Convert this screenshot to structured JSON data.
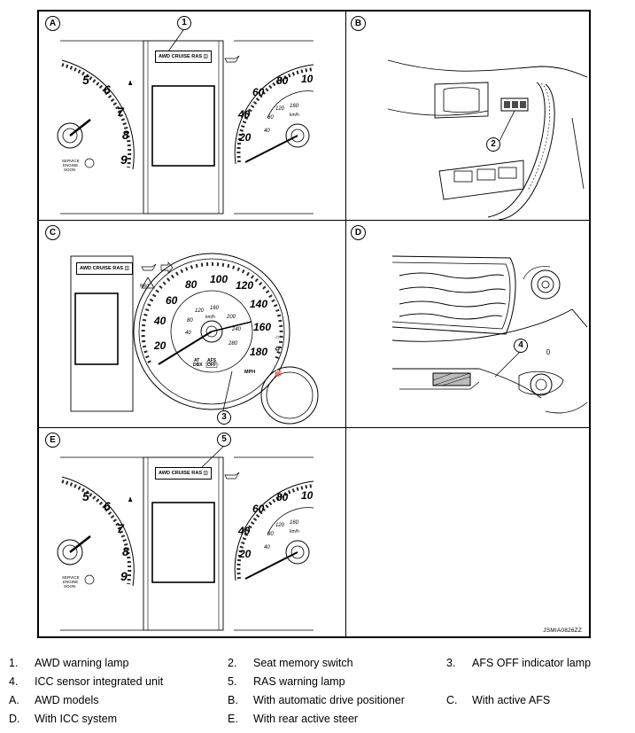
{
  "panels": {
    "A": "A",
    "B": "B",
    "C": "C",
    "D": "D",
    "E": "E"
  },
  "callouts": [
    "1",
    "2",
    "3",
    "4",
    "5"
  ],
  "lamp_strip_text": "AWD CRUISE RAS",
  "cluster_small": {
    "tacho_numbers": [
      "5",
      "6",
      "7",
      "8",
      "9"
    ],
    "speedo_numbers": [
      "20",
      "40",
      "60",
      "80",
      "10"
    ],
    "kmh_numbers": [
      "40",
      "80",
      "120",
      "160"
    ],
    "kmh_unit": "km/h",
    "service_text": [
      "SERVICE",
      "ENGINE",
      "SOON"
    ]
  },
  "cluster_c": {
    "mph_numbers": [
      "20",
      "40",
      "60",
      "80",
      "100",
      "120",
      "140",
      "160",
      "180"
    ],
    "kmh_numbers": [
      "40",
      "80",
      "120",
      "160",
      "200",
      "240",
      "280"
    ],
    "kmh_unit": "km/h",
    "mph_unit": "MPH",
    "at_text": [
      "AT",
      "DBX"
    ],
    "afs_text": [
      "AFS",
      "OFF"
    ],
    "tiny_indicator": "RR/I"
  },
  "diagram_id": "JSMIA0826ZZ",
  "legend": [
    {
      "key": "1.",
      "text": "AWD warning lamp"
    },
    {
      "key": "2.",
      "text": "Seat memory switch"
    },
    {
      "key": "3.",
      "text": "AFS OFF indicator lamp"
    },
    {
      "key": "4.",
      "text": "ICC sensor integrated unit"
    },
    {
      "key": "5.",
      "text": "RAS warning lamp"
    },
    {
      "key": "A.",
      "text": "AWD models"
    },
    {
      "key": "B.",
      "text": "With automatic drive positioner"
    },
    {
      "key": "C.",
      "text": "With active AFS"
    },
    {
      "key": "D.",
      "text": "With ICC system"
    },
    {
      "key": "E.",
      "text": "With rear active steer"
    }
  ]
}
